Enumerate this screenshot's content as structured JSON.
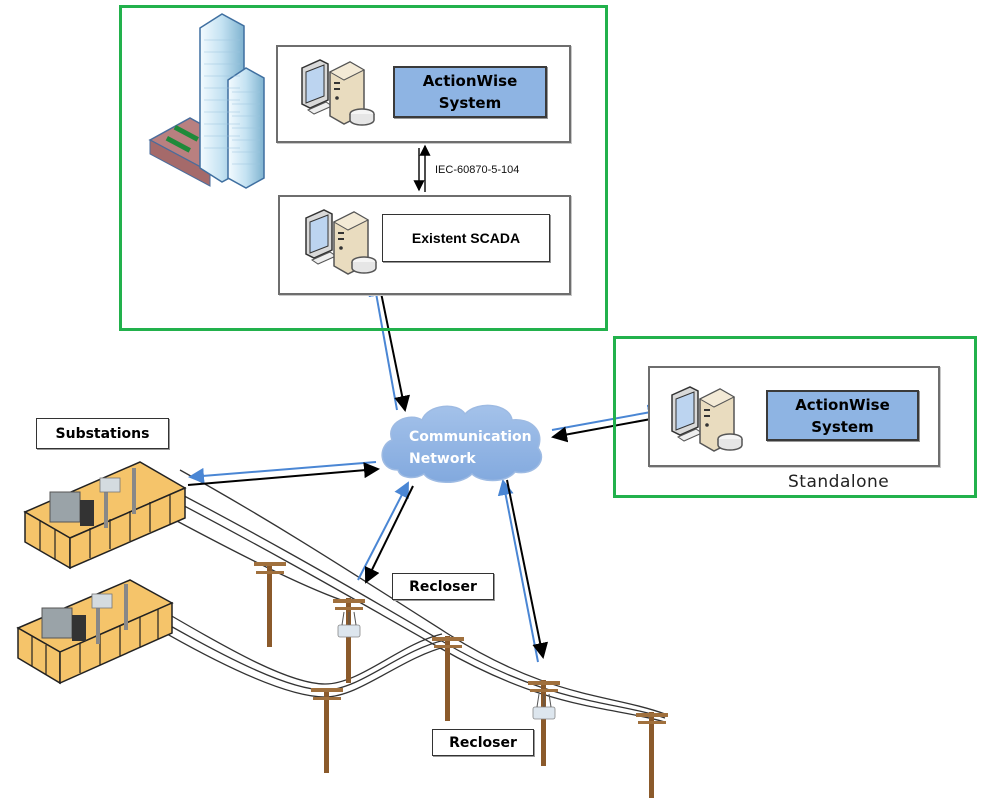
{
  "diagram": {
    "type": "network-architecture",
    "colors": {
      "group_border": "#22b14c",
      "actionwise_fill": "#8eb4e3",
      "cloud_fill": "#8eb4e3",
      "arrow_blue": "#4a86d4",
      "arrow_black": "#000000",
      "pole_brown": "#8b5a2b",
      "substation_floor": "#f5c46a"
    },
    "control_center": {
      "actionwise": {
        "line1": "ActionWise",
        "line2": "System"
      },
      "protocol_label": "IEC-60870-5-104",
      "scada_label": "Existent SCADA"
    },
    "standalone": {
      "actionwise": {
        "line1": "ActionWise",
        "line2": "System"
      },
      "caption": "Standalone"
    },
    "network": {
      "line1": "Communication",
      "line2": "Network"
    },
    "labels": {
      "substations": "Substations",
      "recloser_1": "Recloser",
      "recloser_2": "Recloser"
    },
    "icons": {
      "building": "office-building-icon",
      "workstation": "computer-server-database-icon",
      "cloud": "cloud-icon",
      "substation": "substation-icon",
      "pole": "utility-pole-icon",
      "recloser": "recloser-device-icon"
    },
    "connections": [
      {
        "from": "Communication Network",
        "to": "Existent SCADA",
        "bidirectional": true
      },
      {
        "from": "ActionWise System",
        "to": "Existent SCADA",
        "bidirectional": true,
        "protocol": "IEC-60870-5-104"
      },
      {
        "from": "Communication Network",
        "to": "Standalone ActionWise System",
        "bidirectional": true
      },
      {
        "from": "Communication Network",
        "to": "Substations",
        "bidirectional": true
      },
      {
        "from": "Communication Network",
        "to": "Recloser",
        "bidirectional": true
      },
      {
        "from": "Communication Network",
        "to": "Recloser",
        "bidirectional": true
      }
    ]
  }
}
